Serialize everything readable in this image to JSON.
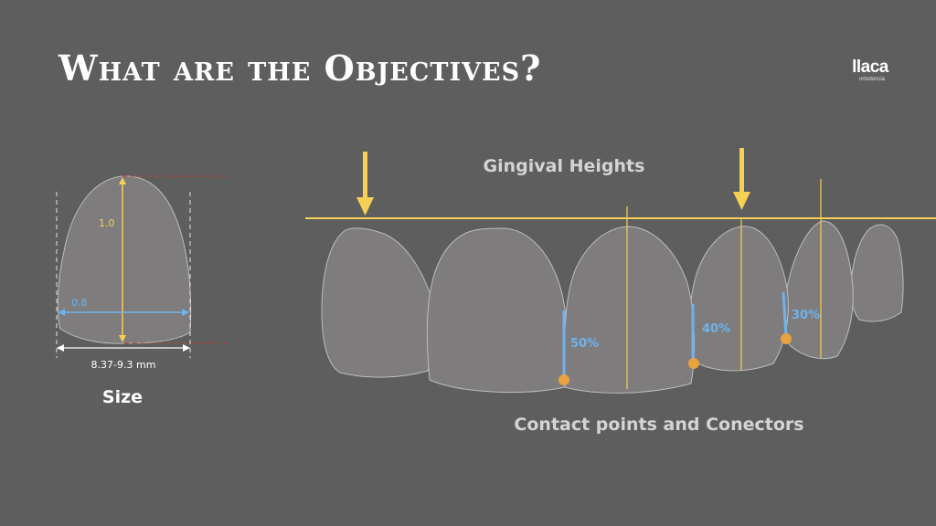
{
  "title": "What are the Objectives?",
  "logo": {
    "name": "llaca",
    "subtitle": "ortodoncia"
  },
  "size_panel": {
    "height_ratio": "1.0",
    "width_ratio": "0.8",
    "measurement": "8.37-9.3 mm",
    "caption": "Size"
  },
  "gingival": {
    "label": "Gingival Heights"
  },
  "connectors": {
    "label": "Contact points and Conectors",
    "values": [
      "50%",
      "40%",
      "30%"
    ]
  },
  "colors": {
    "background": "#5e5e5e",
    "tooth": "#7e7c7c",
    "yellow": "#f6cf55",
    "blue": "#6fb3ec",
    "orange": "#e8a240",
    "dashed_red": "#c0433a"
  }
}
